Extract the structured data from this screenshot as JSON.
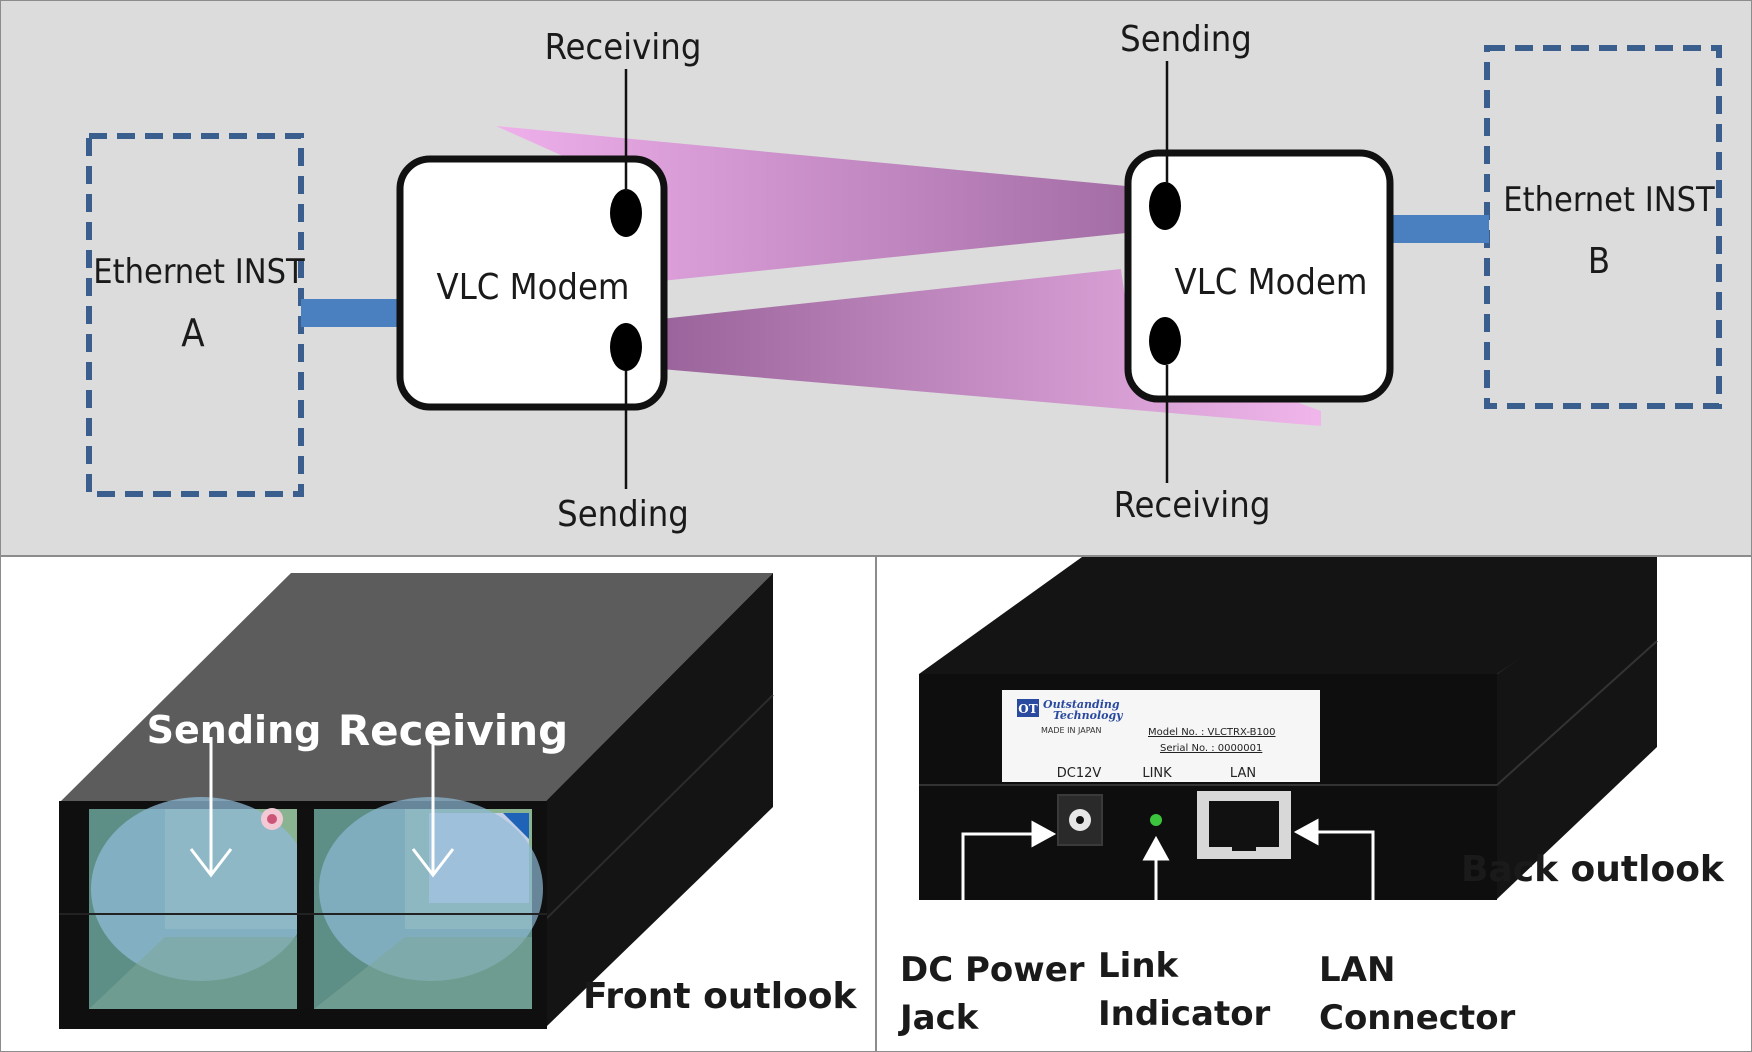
{
  "diagram": {
    "inst_a": {
      "line1": "Ethernet INST",
      "line2": "A"
    },
    "inst_b": {
      "line1": "Ethernet INST",
      "line2": "B"
    },
    "modem_left": "VLC Modem",
    "modem_right": "VLC Modem",
    "left_top_label": "Receiving",
    "left_bottom_label": "Sending",
    "right_top_label": "Sending",
    "right_bottom_label": "Receiving"
  },
  "front": {
    "sending": "Sending",
    "receiving": "Receiving",
    "caption": "Front outlook"
  },
  "back": {
    "brand_line1": "Outstanding",
    "brand_line2": "Technology",
    "made_in": "MADE IN JAPAN",
    "model": "Model No. : VLCTRX-B100",
    "serial": "Serial No. : 0000001",
    "port_dc": "DC12V",
    "port_link": "LINK",
    "port_lan": "LAN",
    "dc_power_1": "DC Power",
    "dc_power_2": "Jack",
    "link_1": "Link",
    "link_2": "Indicator",
    "lan_1": "LAN",
    "lan_2": "Connector",
    "caption": "Back outlook"
  },
  "colors": {
    "dashed_box": "#3a5f8f",
    "cable": "#4a7fc0",
    "beam": "#e8a6e2",
    "device": "#1b1b1b"
  }
}
